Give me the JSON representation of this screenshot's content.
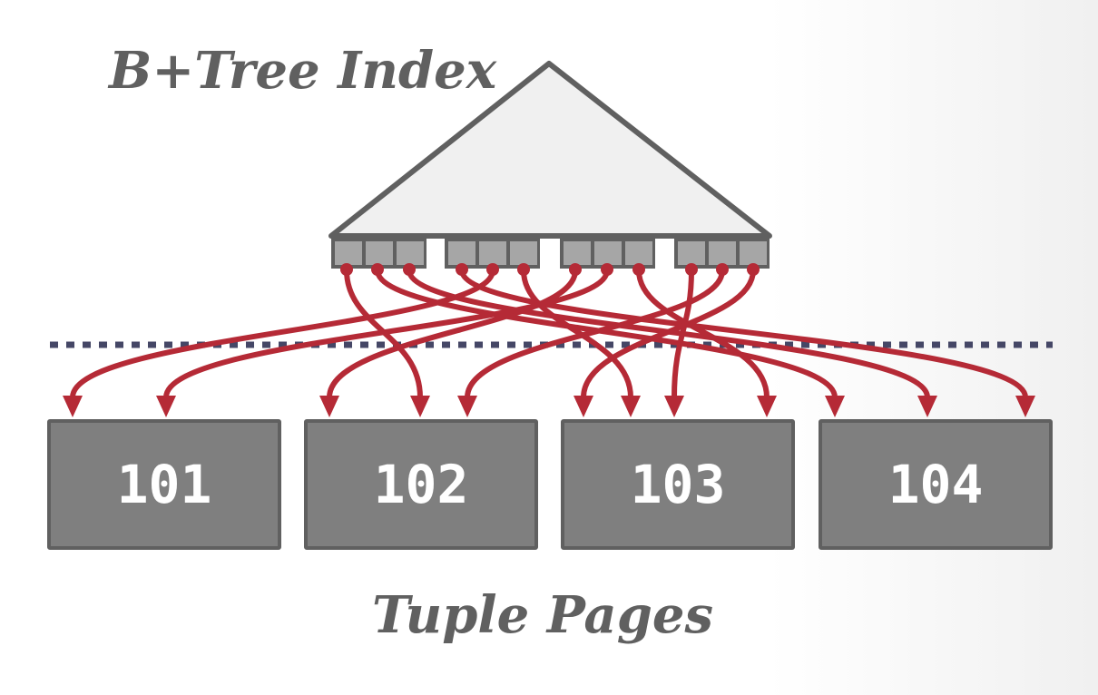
{
  "title": "B+Tree Index",
  "caption": "Tuple Pages",
  "pages": [
    "101",
    "102",
    "103",
    "104"
  ],
  "colors": {
    "arrow": "#b52a36",
    "tree_fill": "#f0f0f0",
    "tree_stroke": "#606060",
    "leaf_slot": "#a6a6a6",
    "page_fill": "#7f7f7f",
    "divider": "#454766"
  }
}
